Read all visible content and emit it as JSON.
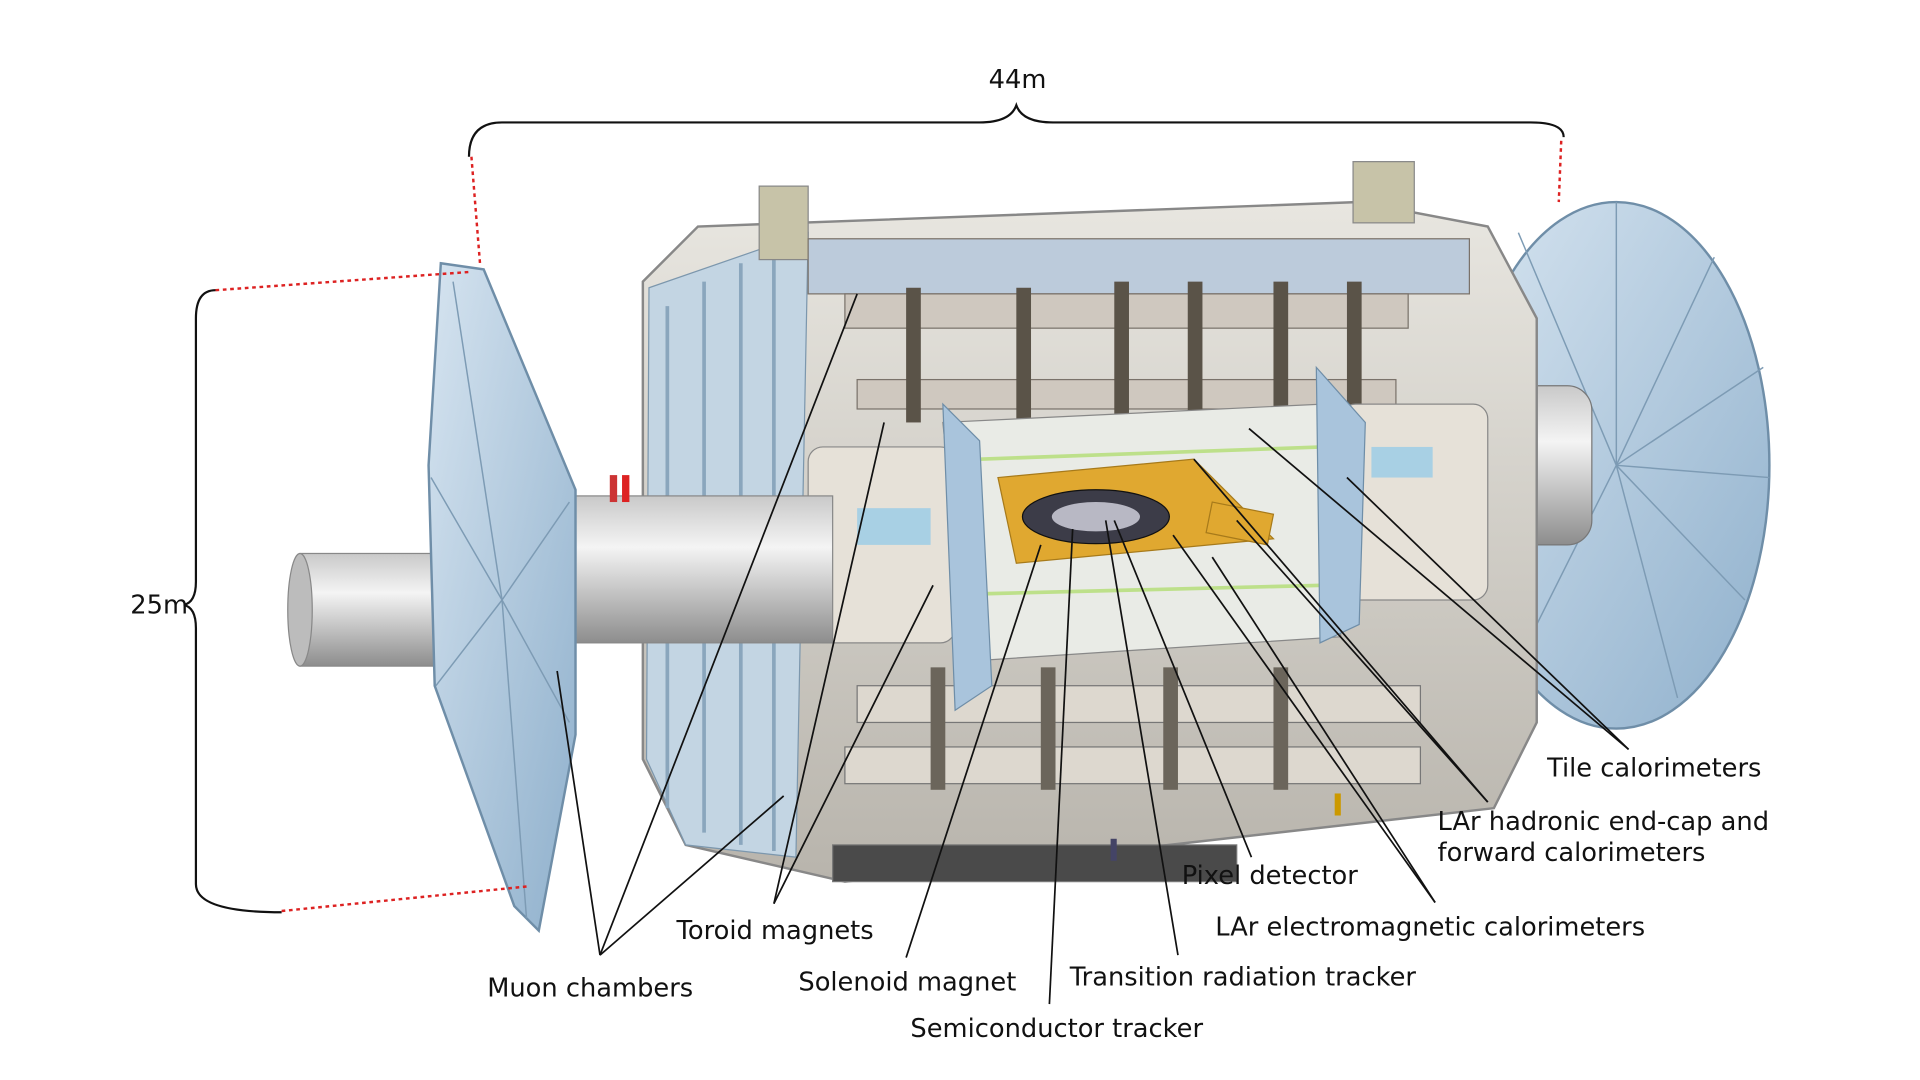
{
  "dimensions": {
    "length": "44m",
    "height": "25m"
  },
  "labels": {
    "muon_chambers": "Muon chambers",
    "toroid_magnets": "Toroid magnets",
    "solenoid_magnet": "Solenoid magnet",
    "semiconductor_tracker": "Semiconductor tracker",
    "transition_radiation_tracker": "Transition radiation tracker",
    "pixel_detector": "Pixel detector",
    "lar_em_calorimeters": "LAr electromagnetic calorimeters",
    "lar_hadronic_line1": "LAr hadronic end-cap and",
    "lar_hadronic_line2": "forward calorimeters",
    "tile_calorimeters": "Tile calorimeters"
  },
  "colors": {
    "dimension_guide": "#dd2222",
    "calorimeter": "#e0a830",
    "muon_panel": "#a9c4dc",
    "structure": "#d8d2c8"
  }
}
